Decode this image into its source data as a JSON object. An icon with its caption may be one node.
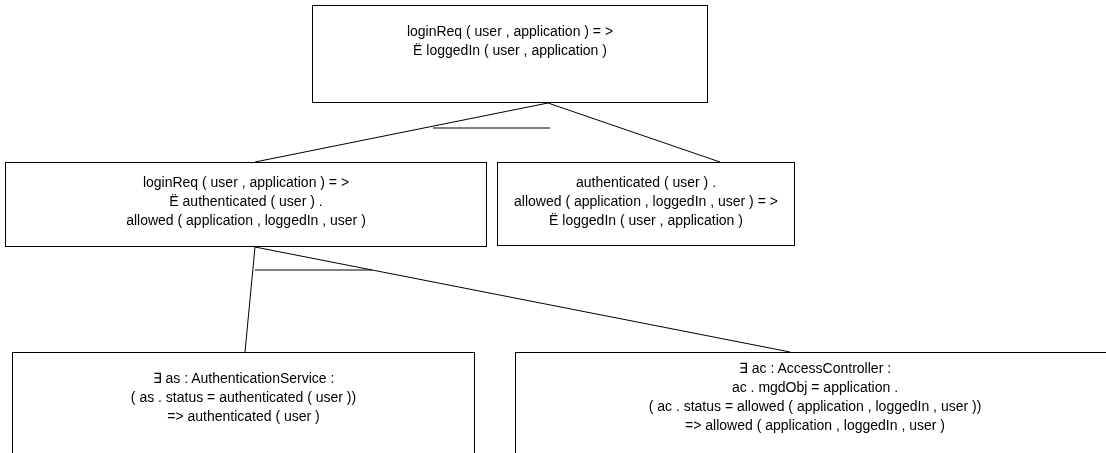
{
  "diagram": {
    "nodes": [
      {
        "text": [
          "loginReq ( user , application ) = >",
          "Ë loggedIn ( user , application )"
        ]
      },
      {
        "text": [
          "loginReq ( user , application ) = >",
          "Ë authenticated ( user ) .",
          "allowed ( application , loggedIn , user )"
        ]
      },
      {
        "text": [
          "authenticated ( user ) .",
          "allowed ( application , loggedIn , user ) = >",
          "Ë loggedIn ( user , application )"
        ]
      },
      {
        "text": [
          "∃ as : AuthenticationService :",
          "( as . status = authenticated ( user ))",
          "=> authenticated ( user )"
        ]
      },
      {
        "text": [
          "∃ ac : AccessController :",
          "ac . mgdObj = application .",
          "( ac . status = allowed ( application , loggedIn , user ))",
          "=> allowed ( application , loggedIn , user )"
        ]
      }
    ],
    "edges": [
      {
        "from": 1,
        "to": 0,
        "arrow": "none"
      },
      {
        "from": 2,
        "to": 0,
        "arrow": "none"
      },
      {
        "from": 3,
        "to": 1,
        "arrow": "none"
      },
      {
        "from": 4,
        "to": 1,
        "arrow": "none"
      }
    ]
  }
}
